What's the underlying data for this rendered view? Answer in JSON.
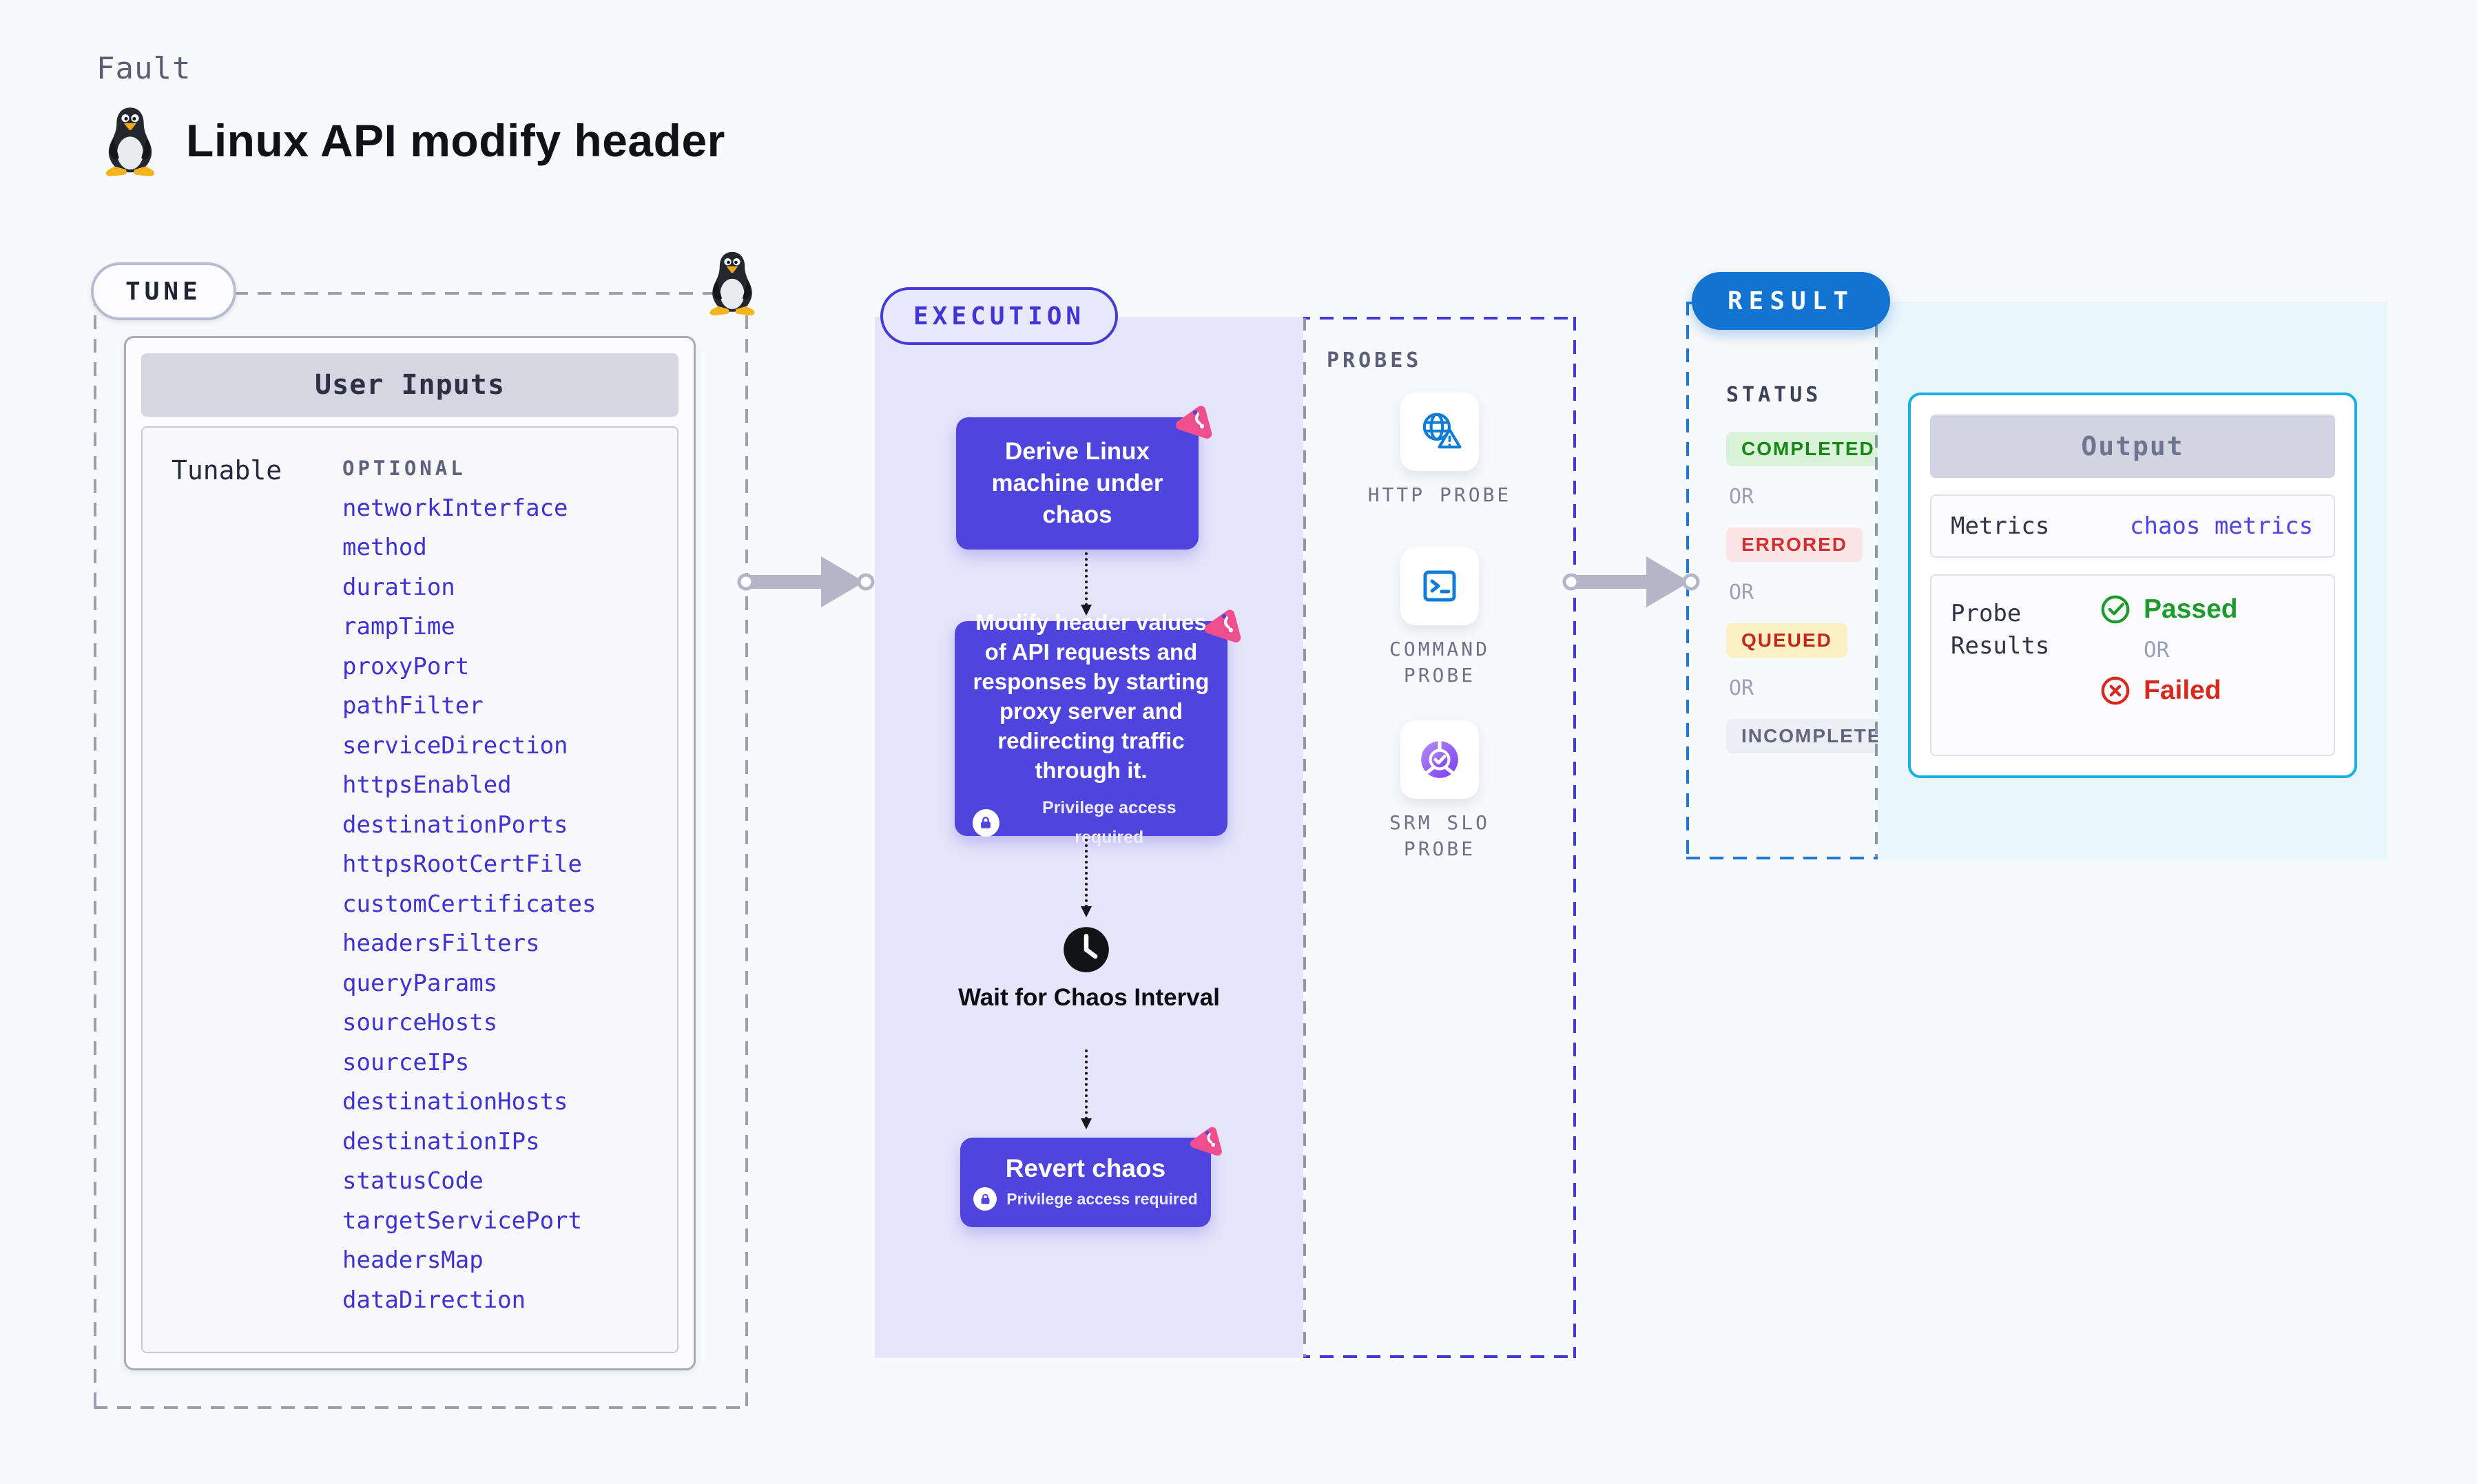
{
  "page": {
    "kicker": "Fault",
    "title": "Linux API modify header",
    "background": "#f8f9fb"
  },
  "tune": {
    "label": "TUNE",
    "card_title": "User Inputs",
    "row_label": "Tunable",
    "group_label": "OPTIONAL",
    "params": [
      "networkInterface",
      "method",
      "duration",
      "rampTime",
      "proxyPort",
      "pathFilter",
      "serviceDirection",
      "httpsEnabled",
      "destinationPorts",
      "httpsRootCertFile",
      "customCertificates",
      "headersFilters",
      "queryParams",
      "sourceHosts",
      "sourceIPs",
      "destinationHosts",
      "destinationIPs",
      "statusCode",
      "targetServicePort",
      "headersMap",
      "dataDirection"
    ],
    "param_color": "#3e33d1"
  },
  "execution": {
    "label": "EXECUTION",
    "nodes": {
      "derive": "Derive Linux machine under chaos",
      "modify": "Modify header values of API requests and responses by starting proxy server and redirecting traffic through it.",
      "wait": "Wait for Chaos Interval",
      "revert": "Revert chaos"
    },
    "privilege_note": "Privilege access required",
    "node_color": "#4f45de"
  },
  "probes": {
    "label": "PROBES",
    "items": [
      {
        "icon": "http-probe-icon",
        "label": "HTTP PROBE"
      },
      {
        "icon": "command-probe-icon",
        "label": "COMMAND PROBE"
      },
      {
        "icon": "srm-slo-probe-icon",
        "label": "SRM SLO PROBE"
      }
    ]
  },
  "result": {
    "label": "RESULT",
    "status_label": "STATUS",
    "or_label": "OR",
    "statuses": [
      {
        "label": "COMPLETED",
        "bg": "#daf2da",
        "color": "#178717"
      },
      {
        "label": "ERRORED",
        "bg": "#fbe4e4",
        "color": "#d23030"
      },
      {
        "label": "QUEUED",
        "bg": "#fcf0c5",
        "color": "#c4261b"
      },
      {
        "label": "INCOMPLETED",
        "bg": "#eceef4",
        "color": "#5f6680"
      }
    ],
    "output": {
      "title": "Output",
      "metrics_label": "Metrics",
      "metrics_value": "chaos metrics",
      "probe_results_label": "Probe Results",
      "passed_label": "Passed",
      "failed_label": "Failed",
      "passed_color": "#1d9b2c",
      "failed_color": "#d62a1e",
      "border_color": "#16b1e3"
    }
  },
  "colors": {
    "tune_dash": "#9aa0ae",
    "execution_dash": "#423cd5",
    "result_dash": "#1d79d3",
    "result_pill_bg": "#1273d0",
    "execution_fill": "#e7e5fa",
    "output_fill": "#e9f6fc",
    "probe_blue": "#0f7cd6",
    "srm_purple": "#8b5cf2",
    "chaos_pink": "#f04f8d",
    "arrow_gray": "#b4b6c8"
  }
}
